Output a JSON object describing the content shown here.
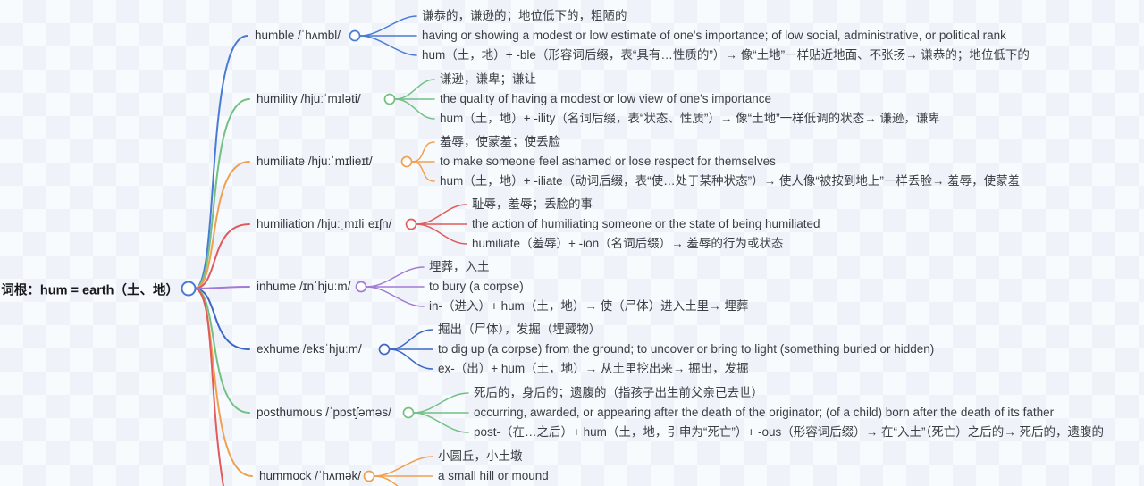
{
  "canvas": {
    "background": "#f6f9fc"
  },
  "root": {
    "label": "词根：hum = earth（土、地）",
    "color": "#4a7bd4"
  },
  "branches": [
    {
      "word": "humble /ˈhʌmbl/",
      "color": "#4a7bd4",
      "children": [
        "谦恭的，谦逊的；地位低下的，粗陋的",
        "having or showing a modest or low estimate of one's importance; of low social, administrative, or political rank",
        "hum（土，地）+ -ble（形容词后缀，表“具有…性质的”）→ 像“土地”一样贴近地面、不张扬→ 谦恭的；地位低下的"
      ]
    },
    {
      "word": "humility /hjuːˈmɪləti/",
      "color": "#72c083",
      "children": [
        "谦逊，谦卑；谦让",
        "the quality of having a modest or low view of one's importance",
        "hum（土，地）+ -ility（名词后缀，表“状态、性质”）→ 像“土地”一样低调的状态→ 谦逊，谦卑"
      ]
    },
    {
      "word": "humiliate /hjuːˈmɪlieɪt/",
      "color": "#f0a04e",
      "children": [
        "羞辱，使蒙羞；使丢脸",
        "to make someone feel ashamed or lose respect for themselves",
        "hum（土，地）+ -iliate（动词后缀，表“使…处于某种状态”）→ 使人像“被按到地上”一样丢脸→ 羞辱，使蒙羞"
      ]
    },
    {
      "word": "humiliation /hjuːˌmɪliˈeɪʃn/",
      "color": "#e05b5b",
      "children": [
        "耻辱，羞辱；丢脸的事",
        "the action of humiliating someone or the state of being humiliated",
        "humiliate（羞辱）+ -ion（名词后缀）→ 羞辱的行为或状态"
      ]
    },
    {
      "word": "inhume /ɪnˈhjuːm/",
      "color": "#a27ad8",
      "children": [
        "埋葬，入土",
        "to bury (a corpse)",
        "in-（进入）+ hum（土，地）→ 使（尸体）进入土里→ 埋葬"
      ]
    },
    {
      "word": "exhume /eksˈhjuːm/",
      "color": "#3e68c8",
      "children": [
        "掘出（尸体），发掘（埋藏物）",
        "to dig up (a corpse) from the ground; to uncover or bring to light (something buried or hidden)",
        "ex-（出）+ hum（土，地）→ 从土里挖出来→ 掘出，发掘"
      ]
    },
    {
      "word": "posthumous /ˈpɒstʃəməs/",
      "color": "#72c083",
      "children": [
        "死后的，身后的；遗腹的（指孩子出生前父亲已去世）",
        "occurring, awarded, or appearing after the death of the originator; (of a child) born after the death of its father",
        "post-（在…之后）+ hum（土，地，引申为“死亡”）+ -ous（形容词后缀）→ 在“入土”（死亡）之后的→ 死后的，遗腹的"
      ]
    },
    {
      "word": "hummock /ˈhʌmək/",
      "color": "#f0a04e",
      "children": [
        "小圆丘，小土墩",
        "a small hill or mound"
      ]
    }
  ],
  "clipped_branch": {
    "color": "#e05b5b"
  }
}
